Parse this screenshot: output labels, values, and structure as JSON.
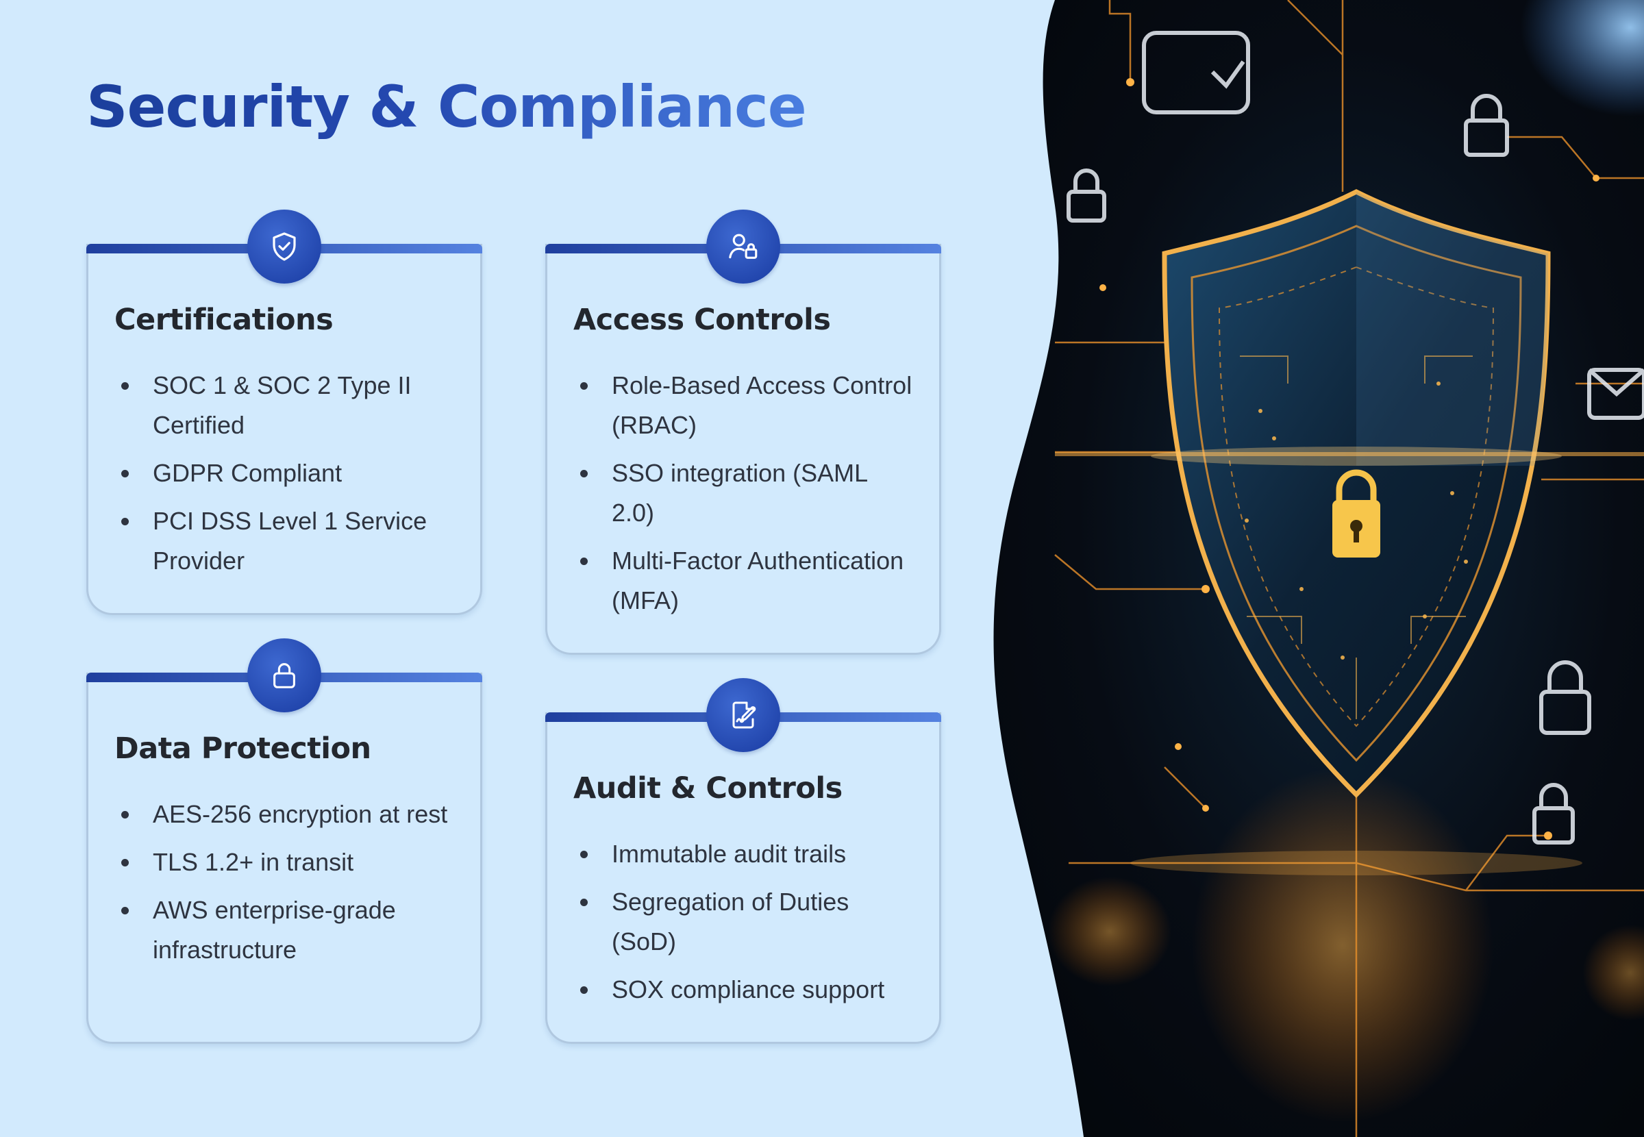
{
  "page": {
    "title": "Security & Compliance"
  },
  "cards": [
    {
      "icon": "shield-check-icon",
      "heading": "Certifications",
      "items": [
        "SOC 1 & SOC 2 Type II Certified",
        "GDPR Compliant",
        "PCI DSS Level 1 Service Provider"
      ]
    },
    {
      "icon": "user-lock-icon",
      "heading": "Access Controls",
      "items": [
        "Role-Based Access Control (RBAC)",
        "SSO integration (SAML 2.0)",
        "Multi-Factor Authentication (MFA)"
      ]
    },
    {
      "icon": "lock-icon",
      "heading": "Data Protection",
      "items": [
        "AES-256 encryption at rest",
        "TLS 1.2+ in transit",
        "AWS enterprise-grade infrastructure"
      ]
    },
    {
      "icon": "document-sign-icon",
      "heading": "Audit & Controls",
      "items": [
        "Immutable audit trails",
        "Segregation of Duties (SoD)",
        "SOX compliance support"
      ]
    }
  ],
  "colors": {
    "background": "#d2eafd",
    "accent_dark": "#1f3f9e",
    "accent_light": "#5582e0",
    "text": "#23272e"
  },
  "image": {
    "label": "illustration-shield-lock"
  }
}
